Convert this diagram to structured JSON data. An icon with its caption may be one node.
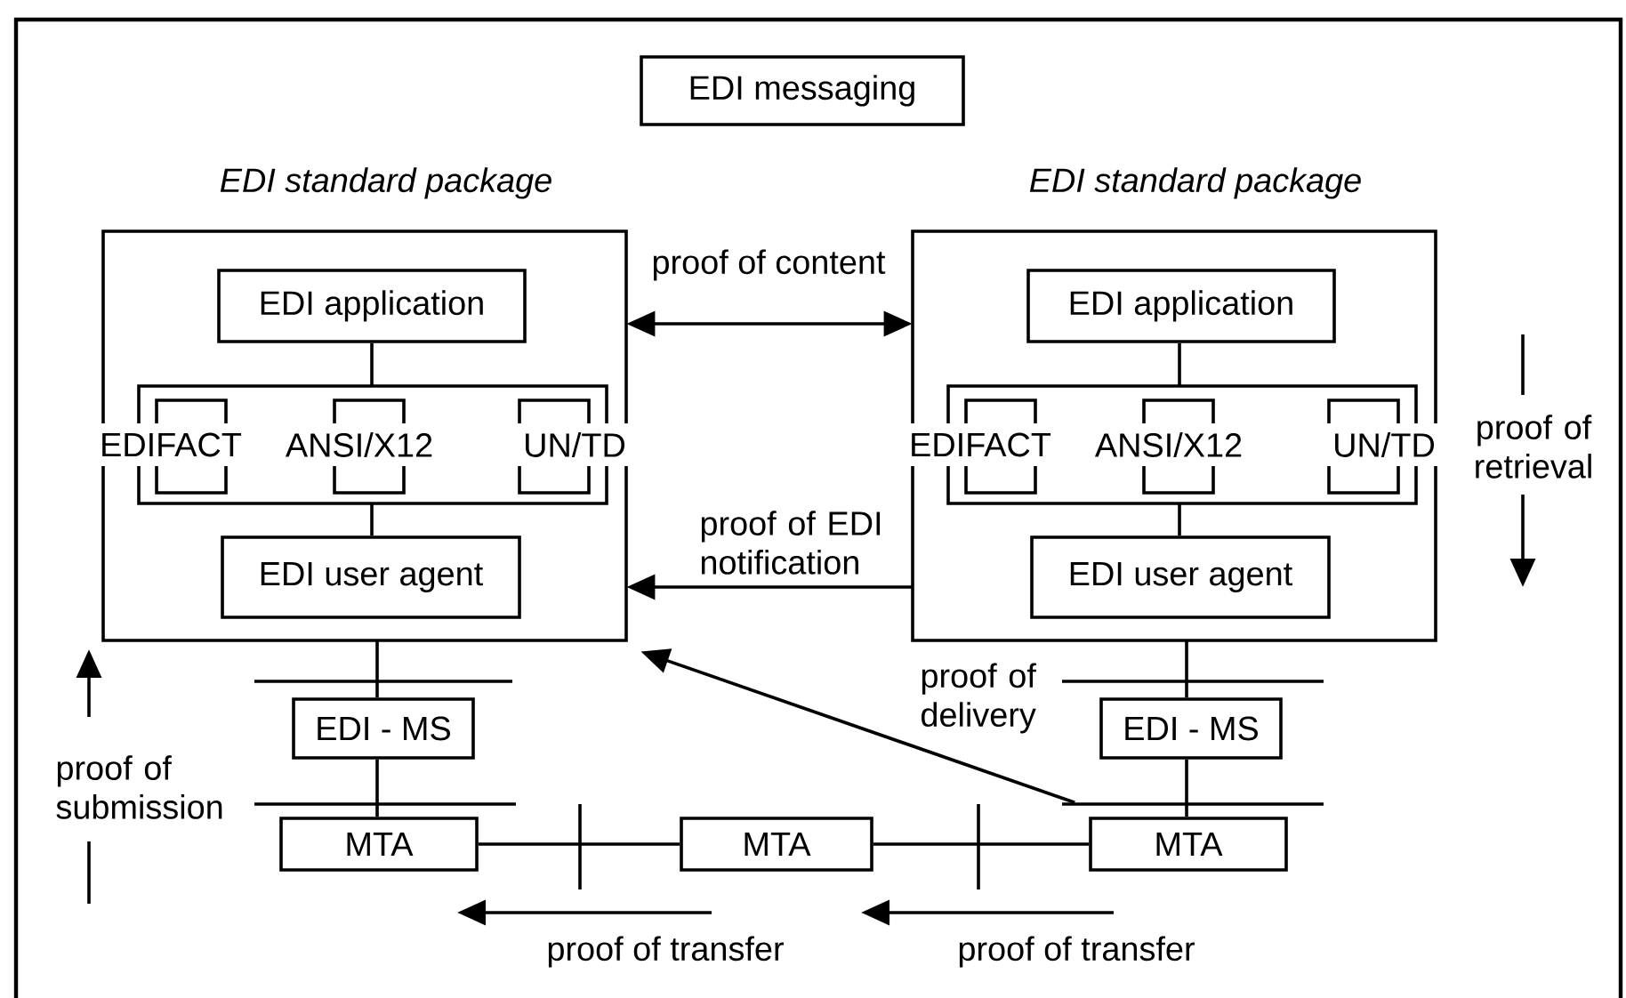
{
  "diagram": {
    "nodes": [
      {
        "text": [
          "EDI messaging"
        ]
      },
      {
        "text": [
          "EDI standard package"
        ]
      },
      {
        "text": [
          "EDI application"
        ],
        "in": 1
      },
      {
        "text": [],
        "shape": "box",
        "in": 1
      },
      {
        "text": [
          "EDIFACT"
        ],
        "in": 1
      },
      {
        "text": [
          "ANSI/X12"
        ],
        "in": 3
      },
      {
        "text": [
          "UN/TD"
        ],
        "in": 3
      },
      {
        "text": [
          "EDI user agent"
        ],
        "in": 1
      },
      {
        "text": [
          "EDI standard package"
        ]
      },
      {
        "text": [
          "EDI application"
        ],
        "in": 8
      },
      {
        "text": [],
        "shape": "box",
        "in": 8
      },
      {
        "text": [
          "EDIFACT"
        ],
        "in": 8
      },
      {
        "text": [
          "ANSI/X12"
        ],
        "in": 10
      },
      {
        "text": [
          "UN/TD"
        ],
        "in": 10
      },
      {
        "text": [
          "EDI user agent"
        ],
        "in": 8
      },
      {
        "text": [
          "EDI - MS"
        ]
      },
      {
        "text": [
          "EDI - MS"
        ]
      },
      {
        "text": [
          "MTA"
        ]
      },
      {
        "text": [
          "MTA"
        ]
      },
      {
        "text": [
          "MTA"
        ]
      }
    ],
    "edges": [
      {
        "from": 1,
        "to": 8,
        "arrow": "both",
        "label": "proof of content"
      },
      {
        "from": 8,
        "to": 1,
        "arrow": "to",
        "label": "proof of EDI notification"
      },
      {
        "from": 19,
        "to": 1,
        "arrow": "to"
      },
      {
        "from": 2,
        "to": 3,
        "arrow": "none"
      },
      {
        "from": 3,
        "to": 7,
        "arrow": "none"
      },
      {
        "from": 9,
        "to": 10,
        "arrow": "none"
      },
      {
        "from": 10,
        "to": 14,
        "arrow": "none"
      },
      {
        "from": 1,
        "to": 15,
        "arrow": "none"
      },
      {
        "from": 15,
        "to": 17,
        "arrow": "none"
      },
      {
        "from": 8,
        "to": 16,
        "arrow": "none"
      },
      {
        "from": 16,
        "to": 19,
        "arrow": "none"
      },
      {
        "from": 17,
        "to": 18,
        "arrow": "none"
      },
      {
        "from": 18,
        "to": 19,
        "arrow": "none"
      }
    ],
    "labels": [
      "proof of retrieval",
      "proof of delivery",
      "proof of submission",
      "proof of transfer",
      "proof of transfer"
    ]
  }
}
